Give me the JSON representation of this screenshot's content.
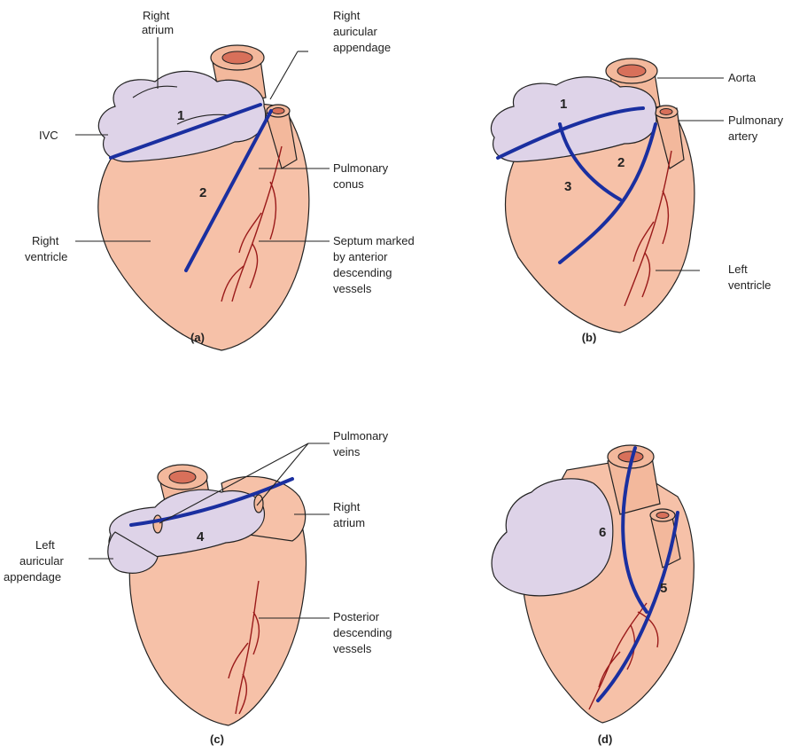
{
  "panels": {
    "a": {
      "caption": "(a)",
      "labels": {
        "right_atrium": [
          "Right",
          "atrium"
        ],
        "right_auricular_appendage": [
          "Right",
          "auricular",
          "appendage"
        ],
        "ivc": [
          "IVC"
        ],
        "pulmonary_conus": [
          "Pulmonary",
          "conus"
        ],
        "right_ventricle": [
          "Right",
          "ventricle"
        ],
        "septum": [
          "Septum marked",
          "by anterior",
          "descending",
          "vessels"
        ]
      },
      "cut_numbers": [
        "1",
        "2"
      ]
    },
    "b": {
      "caption": "(b)",
      "labels": {
        "aorta": [
          "Aorta"
        ],
        "pulmonary_artery": [
          "Pulmonary",
          "artery"
        ],
        "left_ventricle": [
          "Left",
          "ventricle"
        ]
      },
      "cut_numbers": [
        "1",
        "2",
        "3"
      ]
    },
    "c": {
      "caption": "(c)",
      "labels": {
        "pulmonary_veins": [
          "Pulmonary",
          "veins"
        ],
        "right_atrium": [
          "Right",
          "atrium"
        ],
        "left_auricular_appendage": [
          "Left",
          "auricular",
          "appendage"
        ],
        "posterior_vessels": [
          "Posterior",
          "descending",
          "vessels"
        ]
      },
      "cut_numbers": [
        "4"
      ]
    },
    "d": {
      "caption": "(d)",
      "labels": {},
      "cut_numbers": [
        "6",
        "5"
      ]
    }
  },
  "colors": {
    "ventricle": "#f6c1a8",
    "atrium": "#ded3e8",
    "cut_line": "#1a2fa0",
    "vessel": "#9a1a1a"
  }
}
